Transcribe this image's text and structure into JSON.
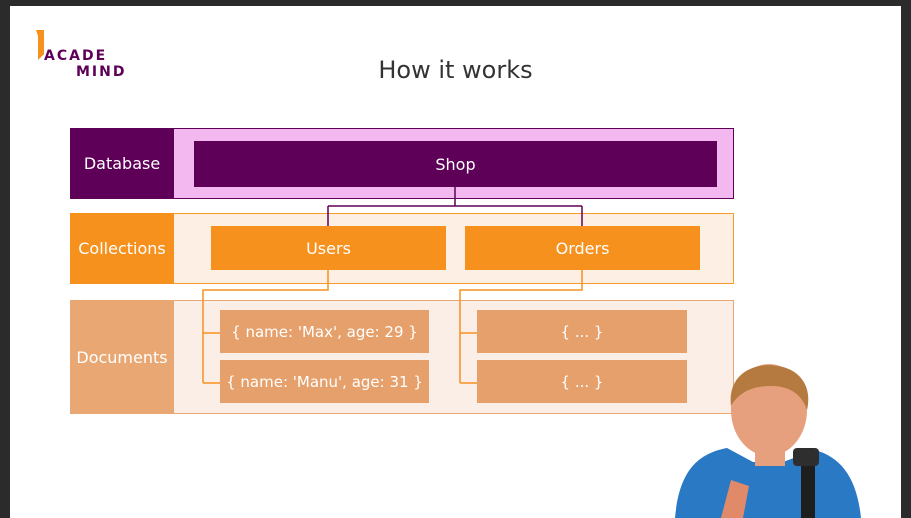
{
  "logo": {
    "line1": "ACADE",
    "line2": "MIND"
  },
  "title": "How it works",
  "rows": {
    "database": "Database",
    "collections": "Collections",
    "documents": "Documents"
  },
  "database_box": "Shop",
  "collections": [
    "Users",
    "Orders"
  ],
  "documents": {
    "users": [
      "{ name: 'Max', age: 29 }",
      "{ name: 'Manu', age: 31 }"
    ],
    "orders": [
      "{ ... }",
      "{ ... }"
    ]
  },
  "colors": {
    "purple": "#5e0058",
    "light_purple": "#f4b8f0",
    "orange": "#f7911e",
    "light_orange": "#fdefe3",
    "tan": "#e9a873",
    "doc_box": "#e6a06b"
  }
}
